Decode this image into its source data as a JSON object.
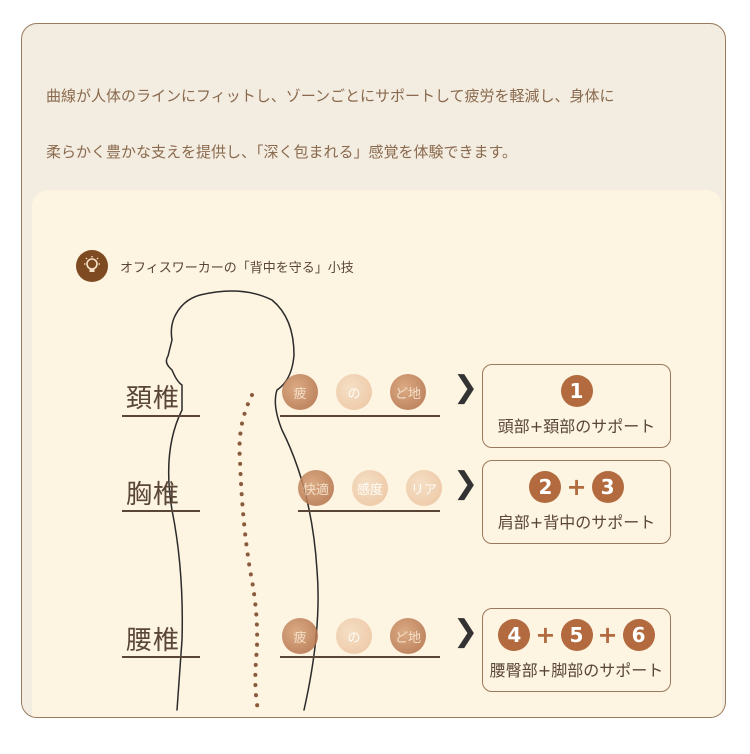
{
  "intro": {
    "line1": "曲線が人体のラインにフィットし、ゾーンごとにサポートして疲労を軽減し、身体に",
    "line2": "柔らかく豊かな支えを提供し、「深く包まれる」感覚を体験できます。"
  },
  "tip": {
    "icon": "lightbulb-icon",
    "text": "オフィスワーカーの「背中を守る」小技"
  },
  "spine": {
    "cervical": "頚椎",
    "thoracic": "胸椎",
    "lumbar": "腰椎"
  },
  "bubbles": {
    "row1": [
      "疲",
      "の",
      "ど地"
    ],
    "row2": [
      "快適",
      "感度",
      "リア"
    ],
    "row3": [
      "疲",
      "の",
      "ど地"
    ]
  },
  "boxes": {
    "cervical": {
      "numbers": [
        "1"
      ],
      "text": "頭部+頚部のサポート"
    },
    "thoracic": {
      "numbers": [
        "2",
        "3"
      ],
      "text": "肩部+背中のサポート"
    },
    "lumbar": {
      "numbers": [
        "4",
        "5",
        "6"
      ],
      "text": "腰臀部+脚部のサポート"
    }
  },
  "colors": {
    "accent": "#b26a3e",
    "text": "#5a4636",
    "border": "#9a7a5c",
    "panel": "#fdf4e1"
  }
}
